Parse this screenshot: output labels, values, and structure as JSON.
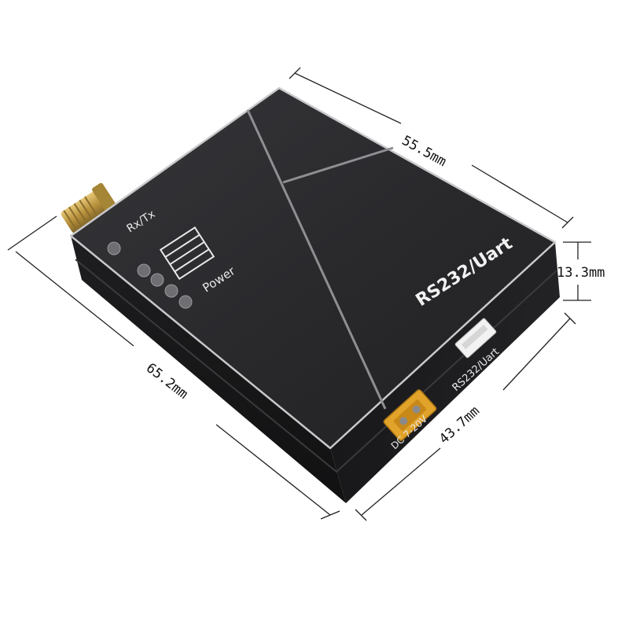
{
  "device": {
    "model_label": "RS232/Uart",
    "rxtx_label": "Rx/Tx",
    "power_label": "Power",
    "port_label": "RS232/Uart",
    "dc_label": "DC 7-20V",
    "signal_bars": 4
  },
  "dimensions": {
    "top_edge": "55.5mm",
    "height": "13.3mm",
    "long_side": "65.2mm",
    "short_side": "43.7mm"
  },
  "colors": {
    "body": "#232325",
    "top_face": "#2b2b2d",
    "edge_highlight": "#c9c9cc",
    "connector_yellow": "#e2a32a",
    "sma_gold": "#c7a24a"
  }
}
